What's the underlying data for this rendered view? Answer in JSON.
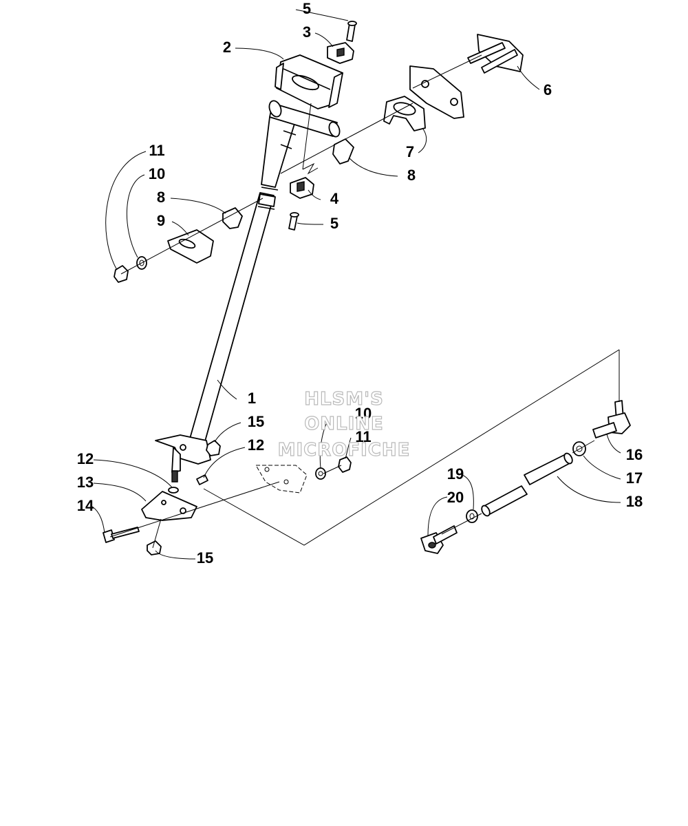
{
  "watermark": {
    "line1": "HLSM'S",
    "line2": "ONLINE",
    "line3": "MICROFICHE"
  },
  "callouts": [
    {
      "id": "1",
      "text": "1"
    },
    {
      "id": "2",
      "text": "2"
    },
    {
      "id": "3",
      "text": "3"
    },
    {
      "id": "4",
      "text": "4"
    },
    {
      "id": "5a",
      "text": "5"
    },
    {
      "id": "5b",
      "text": "5"
    },
    {
      "id": "6",
      "text": "6"
    },
    {
      "id": "7",
      "text": "7"
    },
    {
      "id": "8a",
      "text": "8"
    },
    {
      "id": "8b",
      "text": "8"
    },
    {
      "id": "9",
      "text": "9"
    },
    {
      "id": "10a",
      "text": "10"
    },
    {
      "id": "10b",
      "text": "10"
    },
    {
      "id": "11a",
      "text": "11"
    },
    {
      "id": "11b",
      "text": "11"
    },
    {
      "id": "12a",
      "text": "12"
    },
    {
      "id": "12b",
      "text": "12"
    },
    {
      "id": "13",
      "text": "13"
    },
    {
      "id": "14",
      "text": "14"
    },
    {
      "id": "15a",
      "text": "15"
    },
    {
      "id": "15b",
      "text": "15"
    },
    {
      "id": "16",
      "text": "16"
    },
    {
      "id": "17",
      "text": "17"
    },
    {
      "id": "18",
      "text": "18"
    },
    {
      "id": "19",
      "text": "19"
    },
    {
      "id": "20",
      "text": "20"
    }
  ]
}
